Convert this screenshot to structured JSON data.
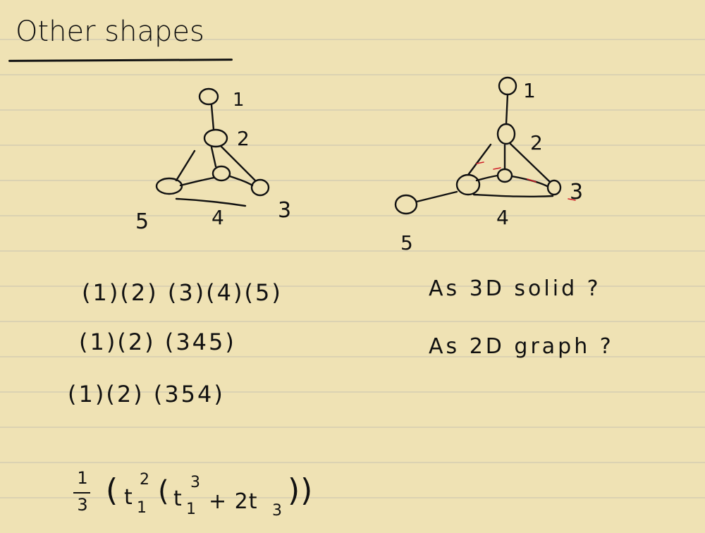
{
  "title": "Other shapes",
  "graph_left": {
    "node_labels": [
      "1",
      "2",
      "3",
      "4",
      "5"
    ]
  },
  "graph_right": {
    "node_labels": [
      "1",
      "2",
      "3",
      "4",
      "5"
    ]
  },
  "cycle_notations": [
    "(1)(2) (3)(4)(5)",
    "(1)(2) (345)",
    "(1)(2) (354)"
  ],
  "questions": [
    "As 3D solid ?",
    "As 2D graph ?"
  ],
  "formula": {
    "numerator": "1",
    "denominator": "3",
    "open_paren": "(",
    "t1_a": "t",
    "t1_a_sub": "1",
    "t1_a_sup": "2",
    "inner_open": "(",
    "t1_b": "t",
    "t1_b_sub": "1",
    "t1_b_sup": "3",
    "plus_term": "+ 2t",
    "t3_sub": "3",
    "close_parens": "))"
  }
}
